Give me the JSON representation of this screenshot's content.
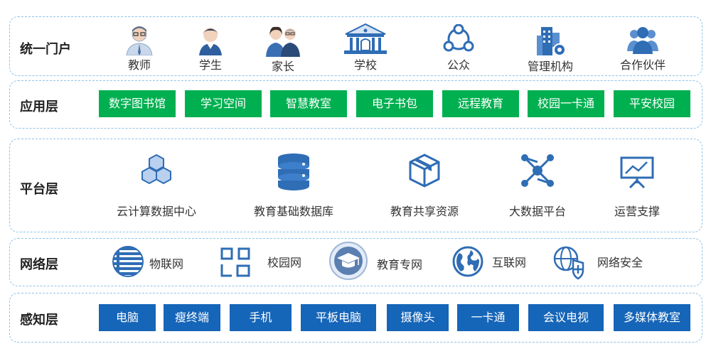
{
  "layers": {
    "portal": {
      "label": "统一门户",
      "items": [
        {
          "icon": "teacher-icon",
          "label": "教师"
        },
        {
          "icon": "student-icon",
          "label": "学生"
        },
        {
          "icon": "parents-icon",
          "label": "家长"
        },
        {
          "icon": "school-icon",
          "label": "学校"
        },
        {
          "icon": "public-icon",
          "label": "公众"
        },
        {
          "icon": "management-icon",
          "label": "管理机构"
        },
        {
          "icon": "partner-icon",
          "label": "合作伙伴"
        }
      ]
    },
    "application": {
      "label": "应用层",
      "items": [
        "数字图书馆",
        "学习空间",
        "智慧教室",
        "电子书包",
        "远程教育",
        "校园一卡通",
        "平安校园"
      ]
    },
    "platform": {
      "label": "平台层",
      "items": [
        {
          "icon": "hexagon-cloud-icon",
          "label": "云计算数据中心"
        },
        {
          "icon": "database-icon",
          "label": "教育基础数据库"
        },
        {
          "icon": "cube-box-icon",
          "label": "教育共享资源"
        },
        {
          "icon": "network-nodes-icon",
          "label": "大数据平台"
        },
        {
          "icon": "presentation-board-icon",
          "label": "运营支撑"
        }
      ]
    },
    "network": {
      "label": "网络层",
      "items": [
        {
          "icon": "striped-globe-icon",
          "label": "物联网"
        },
        {
          "icon": "campus-layout-icon",
          "label": "校园网"
        },
        {
          "icon": "graduation-cap-icon",
          "label": "教育专网"
        },
        {
          "icon": "earth-icon",
          "label": "互联网"
        },
        {
          "icon": "shield-globe-icon",
          "label": "网络安全"
        }
      ]
    },
    "perception": {
      "label": "感知层",
      "items": [
        "电脑",
        "瘦终端",
        "手机",
        "平板电脑",
        "摄像头",
        "一卡通",
        "会议电视",
        "多媒体教室"
      ]
    }
  },
  "colors": {
    "border": "#8fc3e6",
    "application_box": "#00b050",
    "perception_box": "#1565b8",
    "icon_blue": "#2f6db5",
    "icon_light": "#8fb4e3"
  }
}
